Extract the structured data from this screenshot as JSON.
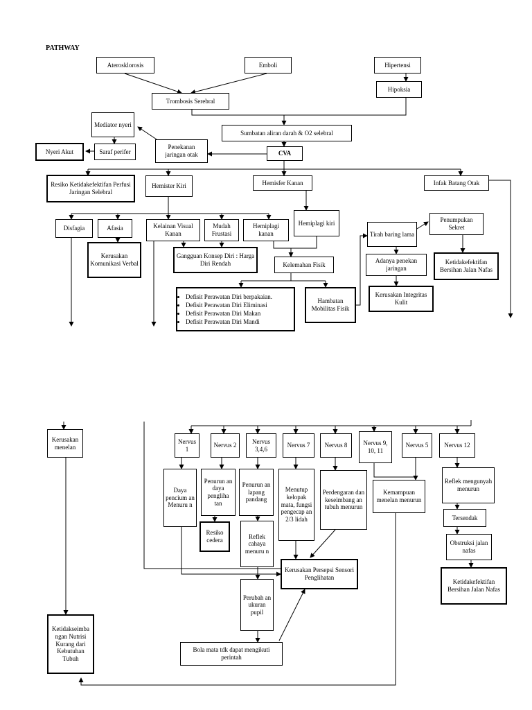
{
  "title": "PATHWAY",
  "nodes": {
    "aterosklorosis": "Aterosklorosis",
    "emboli": "Emboli",
    "hipertensi": "Hipertensi",
    "trombosis": "Trombosis Serebral",
    "hipoksia": "Hipoksia",
    "mediator": "Mediator nyeri",
    "sumbatan": "Sumbatan aliran darah & O2 selebral",
    "nyeri_akut": "Nyeri Akut",
    "saraf_perifer": "Saraf perifer",
    "penekanan": "Penekanan jaringan otak",
    "cva": "CVA",
    "resiko_perfusi": "Resiko Ketidakefektifan Perfusi Jaringan Selebral",
    "hemister_kiri": "Hemister Kiri",
    "hemisfer_kanan": "Hemisfer Kanan",
    "infak": "Infak Batang Otak",
    "disfagia": "Disfagia",
    "afasia": "Afasia",
    "kelainan_visual": "Kelainan Visual Kanan",
    "mudah_frustasi": "Mudah Frustasi",
    "hemiplagi_kanan": "Hemiplagi kanan",
    "hemiplagi_kiri": "Hemiplagi kiri",
    "tirah_baring": "Tirah baring lama",
    "penumpukan": "Penumpukan Sekret",
    "kerusakan_komunikasi": "Kerusakan Komunikasi Verbal",
    "gangguan_konsep": "Gangguan Konsep Diri : Harga Diri Rendah",
    "kelemahan": "Kelemahan Fisik",
    "adanya_penekan": "Adanya penekan jaringan",
    "ketidakefektifan_jalan_1": "Ketidakefektifan Bersihan Jalan Nafas",
    "defisit": [
      "Defisit Perawatan Diri berpakaian.",
      "Defisit Perawatan  Diri Eliminasi",
      "Defisit Perawatan Diri  Makan",
      "Defisit Perawatan Diri Mandi"
    ],
    "hambatan": "Hambatan Mobilitas Fisik",
    "kerusakan_integritas": "Kerusakan Integritas Kulit",
    "kerusakan_menelan": "Kerusakan menelan",
    "nervus_1": "Nervus 1",
    "nervus_2": "Nervus 2",
    "nervus_346": "Nervus 3,4,6",
    "nervus_7": "Nervus 7",
    "nervus_8": "Nervus 8",
    "nervus_9": "Nervus 9, 10, 11",
    "nervus_5": "Nervus 5",
    "nervus_12": "Nervus 12",
    "daya_pencium": "Daya pencium an Menuru n",
    "penurun_penglihatan": "Penurun an daya pengliha tan",
    "penurun_lapang": "Penurun an lapang pandang",
    "menutup_kelopak": "Menutup kelopak mata, fungsi pengecap an 2/3 lidah",
    "perdengaran": "Perdengaran dan keseimbang an tubuh menurun",
    "kemampuan_menelan": "Kemampuan menelan menurun",
    "reflek_mengunyah": "Reflek mengunyah menurun",
    "resiko_cedera": "Resiko cedera",
    "reflek_cahaya": "Reflek cahaya menuru n",
    "tersendak": "Tersendak",
    "obstruksi": "Obstruksi jalan nafas",
    "kerusakan_persepsi": "Kerusakan  Persepsi Sensori Penglihatan",
    "ketidakefektifan_jalan_2": "Ketidakefektifan Bersihan Jalan Nafas",
    "perubahan_pupil": "Perubah an ukuran pupil",
    "ketidakseimbangan": "Ketidakseimba ngan Nutrisi Kurang dari Kebutuhan Tubuh",
    "bola_mata": "Bola mata tdk dapat mengikuti perintah"
  }
}
